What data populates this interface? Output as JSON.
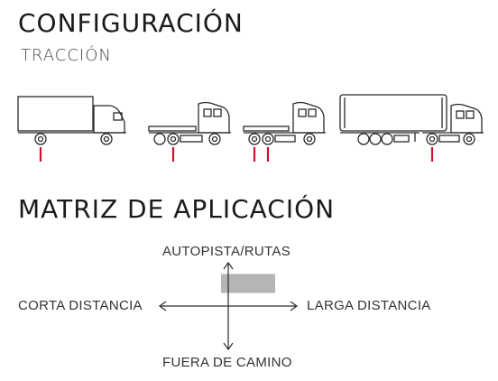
{
  "header": {
    "title": "CONFIGURACIÓN",
    "subtitle": "TRACCIÓN"
  },
  "configurations": [
    {
      "id": "rigid-truck",
      "marked_axles": 1
    },
    {
      "id": "tractor-4x2",
      "marked_axles": 1
    },
    {
      "id": "tractor-6x4",
      "marked_axles": 2
    },
    {
      "id": "tractor-semitrailer",
      "marked_axles": 1
    }
  ],
  "matrix": {
    "title": "MATRIZ DE APLICACIÓN",
    "labels": {
      "top": "AUTOPISTA/RUTAS",
      "bottom": "FUERA DE CAMINO",
      "left": "CORTA DISTANCIA",
      "right": "LARGA DISTANCIA"
    },
    "highlight": {
      "x_from": 0.1,
      "x_to": 0.9,
      "y_from": 0.35,
      "y_to": 0.8
    }
  },
  "colors": {
    "line": "#2a2a2a",
    "marker": "#d0112b",
    "highlight": "#b5b5b5"
  }
}
